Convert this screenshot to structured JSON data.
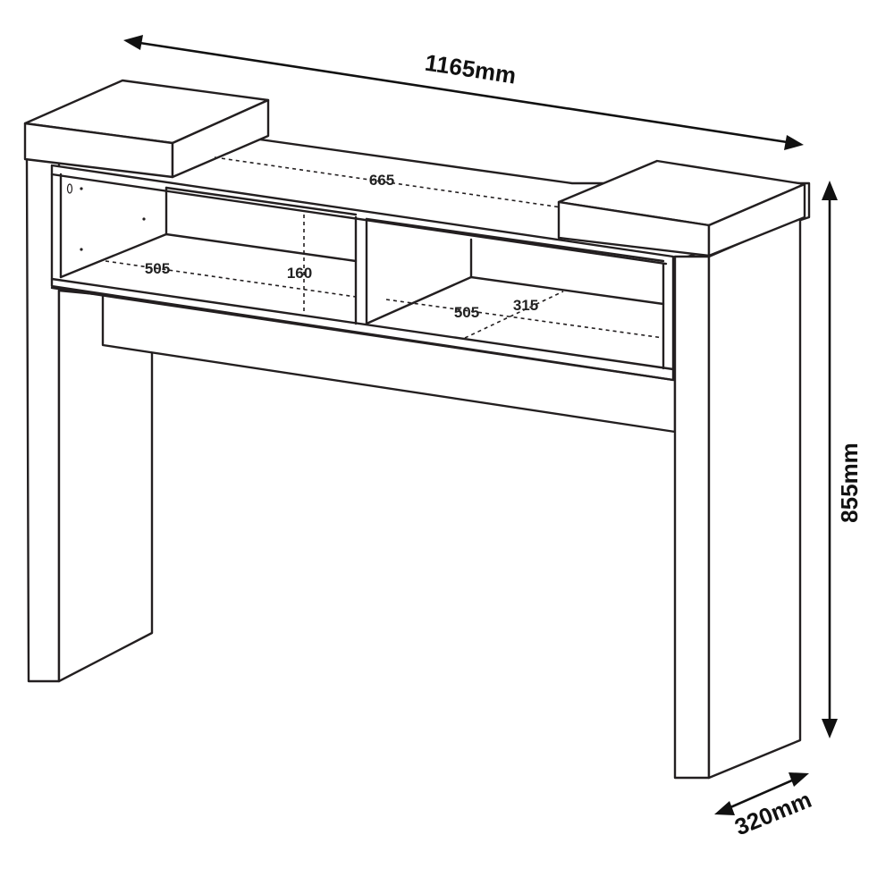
{
  "product": {
    "name": "console table",
    "dimensions": {
      "width": "1165mm",
      "height": "855mm",
      "depth": "320mm"
    },
    "inner_measures": {
      "top_gap": "665",
      "left_niche_width": "505",
      "niche_height": "160",
      "right_niche_width": "505",
      "niche_depth": "315"
    }
  }
}
